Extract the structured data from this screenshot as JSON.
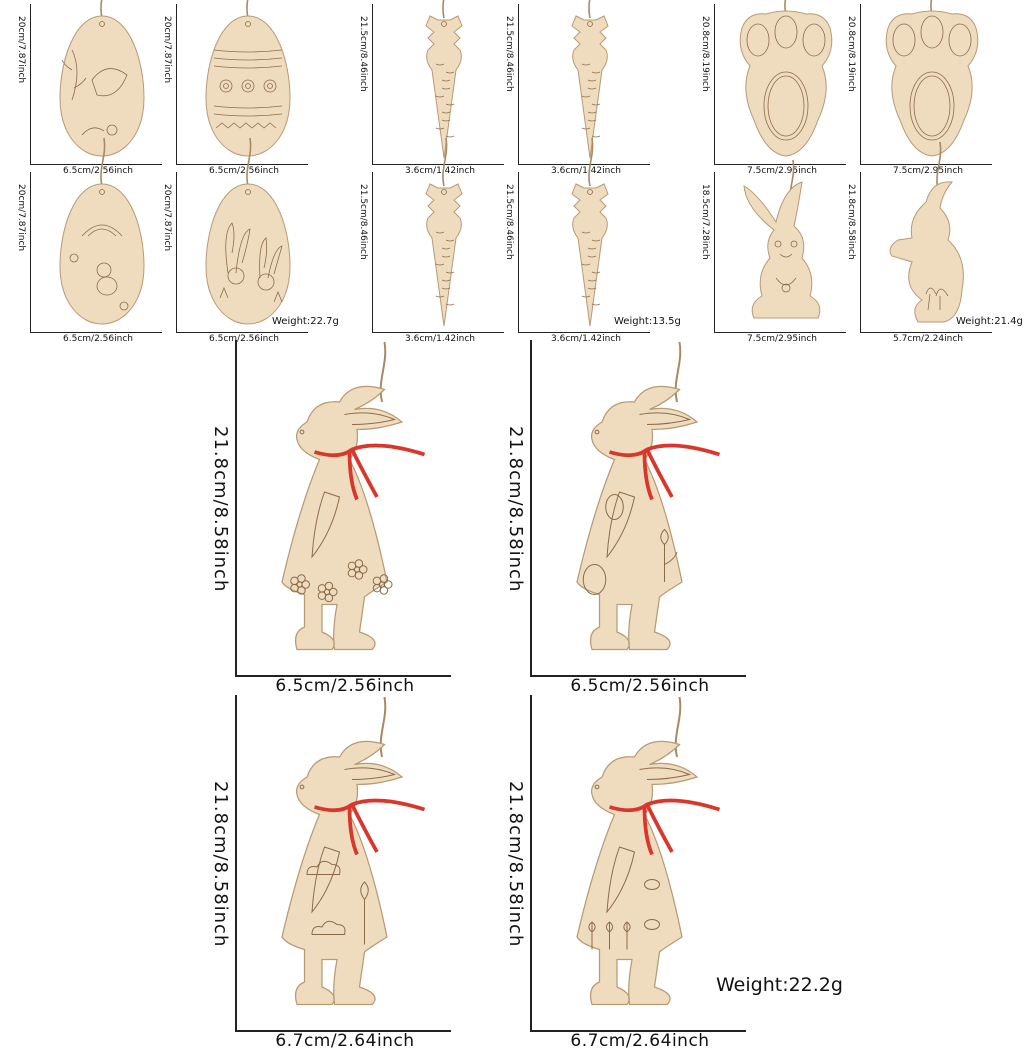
{
  "small_items": [
    {
      "height": "20cm/7.87inch",
      "width": "6.5cm/2.56inch",
      "shape": "egg-bird",
      "weight": ""
    },
    {
      "height": "20cm/7.87inch",
      "width": "6.5cm/2.56inch",
      "shape": "egg-pattern",
      "weight": ""
    },
    {
      "height": "21.5cm/8.46inch",
      "width": "3.6cm/1.42inch",
      "shape": "carrot",
      "weight": ""
    },
    {
      "height": "21.5cm/8.46inch",
      "width": "3.6cm/1.42inch",
      "shape": "carrot",
      "weight": ""
    },
    {
      "height": "20.8cm/8.19inch",
      "width": "7.5cm/2.95inch",
      "shape": "paw",
      "weight": ""
    },
    {
      "height": "20.8cm/8.19inch",
      "width": "7.5cm/2.95inch",
      "shape": "paw",
      "weight": ""
    },
    {
      "height": "20cm/7.87inch",
      "width": "6.5cm/2.56inch",
      "shape": "egg-chick",
      "weight": ""
    },
    {
      "height": "20cm/7.87inch",
      "width": "6.5cm/2.56inch",
      "shape": "egg-bunnies",
      "weight": "Weight:22.7g"
    },
    {
      "height": "21.5cm/8.46inch",
      "width": "3.6cm/1.42inch",
      "shape": "carrot",
      "weight": ""
    },
    {
      "height": "21.5cm/8.46inch",
      "width": "3.6cm/1.42inch",
      "shape": "carrot",
      "weight": "Weight:13.5g"
    },
    {
      "height": "18.5cm/7.28inch",
      "width": "7.5cm/2.95inch",
      "shape": "bunny-sitting",
      "weight": ""
    },
    {
      "height": "21.8cm/8.58inch",
      "width": "5.7cm/2.24inch",
      "shape": "bunny-side",
      "weight": "Weight:21.4g"
    }
  ],
  "large_items": [
    {
      "height": "21.8cm/8.58inch",
      "width": "6.5cm/2.56inch",
      "shape": "bunny-dress-flowers"
    },
    {
      "height": "21.8cm/8.58inch",
      "width": "6.5cm/2.56inch",
      "shape": "bunny-dress-eggs"
    },
    {
      "height": "21.8cm/8.58inch",
      "width": "6.7cm/2.64inch",
      "shape": "bunny-dress-clouds"
    },
    {
      "height": "21.8cm/8.58inch",
      "width": "6.7cm/2.64inch",
      "shape": "bunny-dress-bees"
    }
  ],
  "large_weight": "Weight:22.2g",
  "colors": {
    "wood": "#efdcbf",
    "etch": "#8c6c48",
    "ribbon": "#d9362c",
    "line": "#222222"
  }
}
